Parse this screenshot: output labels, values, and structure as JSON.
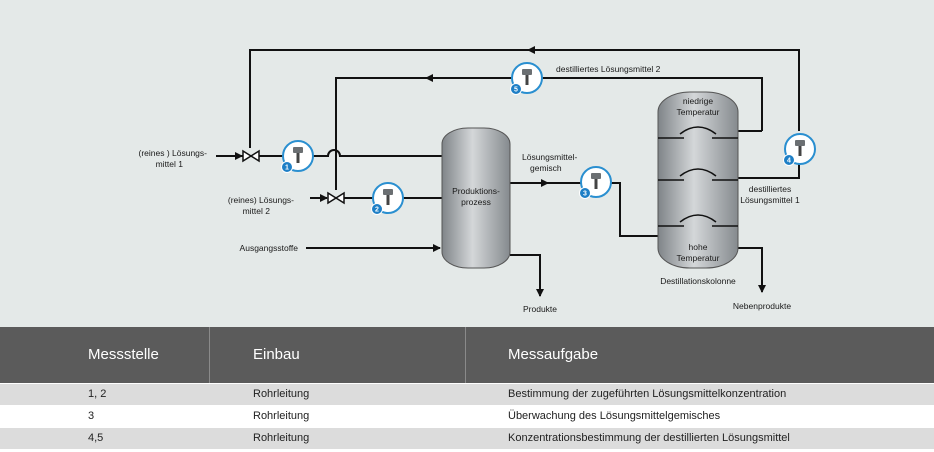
{
  "diagram": {
    "labels": {
      "reines1": [
        "(reines ) Lösungs-",
        "mittel 1"
      ],
      "reines2": [
        "(reines) Lösungs-",
        "mittel 2"
      ],
      "ausgang": "Ausgangsstoffe",
      "prozess": [
        "Produktions-",
        "prozess"
      ],
      "produkte": "Produkte",
      "gemisch": [
        "Lösungsmittel-",
        "gemisch"
      ],
      "niedrig": [
        "niedrige",
        "Temperatur"
      ],
      "hoch": [
        "hohe",
        "Temperatur"
      ],
      "kolonne": "Destillationskolonne",
      "neben": "Nebenprodukte",
      "dest1": [
        "destilliertes",
        "Lösungsmittel 1"
      ],
      "dest2": "destilliertes Lösungsmittel 2"
    },
    "sensors": [
      "1",
      "2",
      "3",
      "4",
      "5"
    ],
    "colors": {
      "line": "#111111",
      "sensor_ring": "#2a8fd0",
      "badge": "#1e7fc6",
      "vessel": "#9a9fa3"
    }
  },
  "table": {
    "headers": [
      "Messstelle",
      "Einbau",
      "Messaufgabe"
    ],
    "rows": [
      [
        "1, 2",
        "Rohrleitung",
        "Bestimmung der zugeführten Lösungsmittelkonzentration"
      ],
      [
        "3",
        "Rohrleitung",
        "Überwachung des Lösungsmittelgemisches"
      ],
      [
        "4,5",
        "Rohrleitung",
        "Konzentrationsbestimmung der destillierten Lösungsmittel"
      ]
    ]
  }
}
